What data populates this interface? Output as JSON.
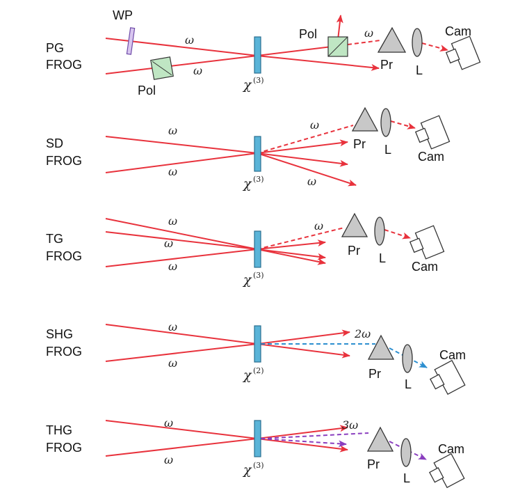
{
  "colors": {
    "beam": "#e8323c",
    "crystal": "#5ab4d8",
    "crystal_stroke": "#2a6f8f",
    "shg_signal": "#2d8fd0",
    "thg_signal": "#8a3ebf",
    "polarizer_fill": "#bfe6c3",
    "waveplate_fill": "#d8c6ef",
    "optic_fill": "#c8c8c8"
  },
  "omega": "ω",
  "chi_symbol": "χ",
  "prism_label": "Pr",
  "lens_label": "L",
  "camera_label": "Cam",
  "setups": [
    {
      "id": "pg",
      "name_line1": "PG",
      "name_line2": "FROG",
      "order": "(3)",
      "waveplate_label": "WP",
      "polarizer_in_label": "Pol",
      "polarizer_out_label": "Pol"
    },
    {
      "id": "sd",
      "name_line1": "SD",
      "name_line2": "FROG",
      "order": "(3)"
    },
    {
      "id": "tg",
      "name_line1": "TG",
      "name_line2": "FROG",
      "order": "(3)"
    },
    {
      "id": "shg",
      "name_line1": "SHG",
      "name_line2": "FROG",
      "order": "(2)",
      "signal_label": "2ω"
    },
    {
      "id": "thg",
      "name_line1": "THG",
      "name_line2": "FROG",
      "order": "(3)",
      "signal_label": "3ω"
    }
  ]
}
